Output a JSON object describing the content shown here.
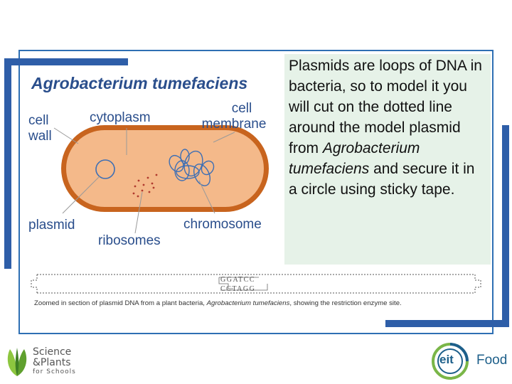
{
  "slide": {
    "title": "Agrobacterium tumefaciens",
    "labels": {
      "cell_wall_1": "cell",
      "cell_wall_2": "wall",
      "cytoplasm": "cytoplasm",
      "cell_membrane_1": "cell",
      "cell_membrane_2": "membrane",
      "plasmid": "plasmid",
      "ribosomes": "ribosomes",
      "chromosome": "chromosome"
    },
    "info": {
      "part1": "Plasmids are loops of DNA in bacteria, so to model it you will cut on the dotted line around the model plasmid from ",
      "italic": "Agrobacterium tumefaciens",
      "part2": " and secure it in a circle using sticky tape."
    },
    "dna": {
      "top": "GGATCC",
      "bottom": "CCTAGG"
    },
    "caption": {
      "part1": "Zoomed in section of plasmid DNA from a plant bacteria, ",
      "italic": "Agrobacterium tumefaciens",
      "part2": ", showing the restriction enzyme site."
    }
  },
  "logos": {
    "left_line1": "Science",
    "left_line2": "&Plants",
    "left_line3": "for Schools",
    "right_mark": "eit",
    "right_word": "Food"
  },
  "colors": {
    "accent_blue": "#2e5ea8",
    "label_blue": "#2a4e8c",
    "cell_wall": "#c8641e",
    "cytoplasm": "#f4b98a",
    "info_bg": "#e6f2e8",
    "eit_green": "#7ab648"
  }
}
